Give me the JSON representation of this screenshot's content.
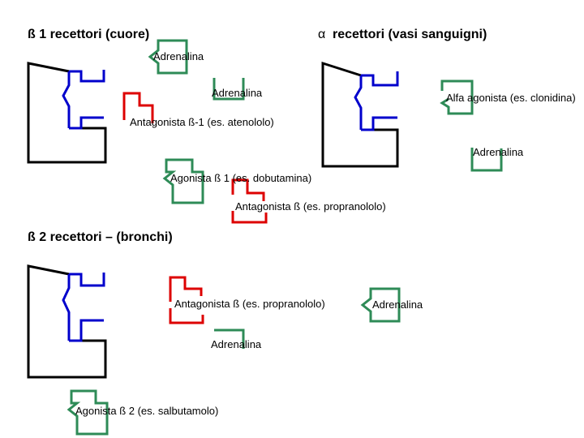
{
  "headings": {
    "beta1": "ß 1 recettori (cuore)",
    "alpha_symbol": "α",
    "alpha": "recettori  (vasi sanguigni)",
    "beta2": "ß 2 recettori – (bronchi)"
  },
  "labels": {
    "adrenalina_1": "Adrenalina",
    "adrenalina_2": "Adrenalina",
    "alfa_agonista": "Alfa agonista (es. clonidina)",
    "antagonista_b1": "Antagonista ß-1  (es. atenololo)",
    "adrenalina_3": "Adrenalina",
    "agonista_b1": "Agonista ß 1 (es. dobutamina)",
    "antagonista_b_1": "Antagonista ß  (es. propranololo)",
    "antagonista_b_2": "Antagonista ß  (es. propranololo)",
    "adrenalina_4": "Adrenalina",
    "adrenalina_5": "Adrenalina",
    "agonista_b2": "Agonista ß 2 (es. salbutamolo)"
  },
  "colors": {
    "receptor_outline": "#000000",
    "binding_site": "#0000cc",
    "agonist": "#2e8b57",
    "antagonist": "#dd0000"
  }
}
